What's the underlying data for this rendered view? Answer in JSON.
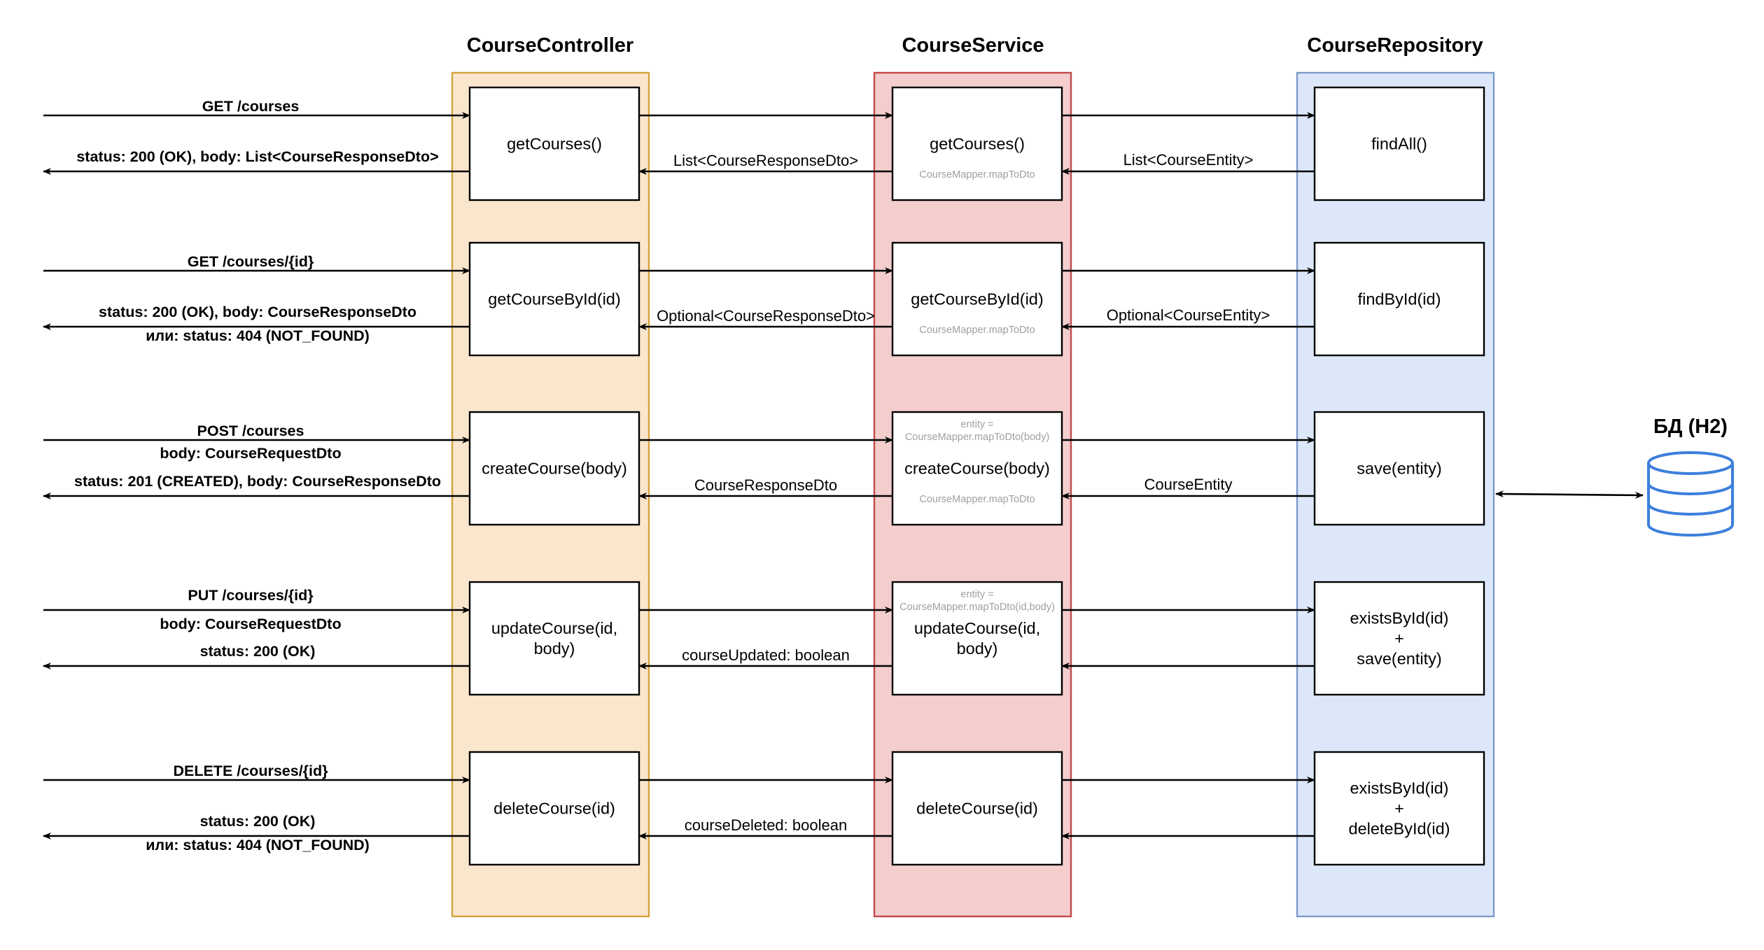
{
  "lanes": {
    "controller": {
      "title": "CourseController",
      "fill": "#fae6cd",
      "stroke": "#d5a23c"
    },
    "service": {
      "title": "CourseService",
      "fill": "#f4cdcd",
      "stroke": "#c14a4a"
    },
    "repository": {
      "title": "CourseRepository",
      "fill": "#dce8f9",
      "stroke": "#7d9bc9"
    }
  },
  "database": {
    "label": "БД (H2)",
    "icon": "database-icon",
    "color": "#3d7fdc"
  },
  "rows": [
    {
      "request": [
        "GET /courses"
      ],
      "response": [
        "status: 200 (OK), body: List<CourseResponseDto>"
      ],
      "controller": [
        "getCourses()"
      ],
      "service": [
        "getCourses()"
      ],
      "service_pre": [],
      "service_post": "CourseMapper.mapToDto",
      "repository": [
        "findAll()"
      ],
      "service_return": "List<CourseResponseDto>",
      "repository_return": "List<CourseEntity>"
    },
    {
      "request": [
        "GET /courses/{id}"
      ],
      "response": [
        "status: 200 (OK), body: CourseResponseDto",
        "или: status: 404 (NOT_FOUND)"
      ],
      "controller": [
        "getCourseById(id)"
      ],
      "service": [
        "getCourseById(id)"
      ],
      "service_pre": [],
      "service_post": "CourseMapper.mapToDto",
      "repository": [
        "findById(id)"
      ],
      "service_return": "Optional<CourseResponseDto>",
      "repository_return": "Optional<CourseEntity>"
    },
    {
      "request": [
        "POST /courses",
        "body: CourseRequestDto"
      ],
      "response": [
        "status: 201 (CREATED), body: CourseResponseDto"
      ],
      "controller": [
        "createCourse(body)"
      ],
      "service": [
        "createCourse(body)"
      ],
      "service_pre": [
        "entity =",
        "CourseMapper.mapToDto(body)"
      ],
      "service_post": "CourseMapper.mapToDto",
      "repository": [
        "save(entity)"
      ],
      "service_return": "CourseResponseDto",
      "repository_return": "CourseEntity"
    },
    {
      "request": [
        "PUT /courses/{id}",
        "body: CourseRequestDto"
      ],
      "response": [
        "status: 200 (OK)"
      ],
      "controller": [
        "updateCourse(id,",
        "body)"
      ],
      "service": [
        "updateCourse(id,",
        "body)"
      ],
      "service_pre": [
        "entity =",
        "CourseMapper.mapToDto(id,body)"
      ],
      "service_post": "",
      "repository": [
        "existsById(id)",
        "+",
        "save(entity)"
      ],
      "service_return": "courseUpdated: boolean",
      "repository_return": ""
    },
    {
      "request": [
        "DELETE /courses/{id}"
      ],
      "response": [
        "status: 200 (OK)",
        "или: status: 404 (NOT_FOUND)"
      ],
      "controller": [
        "deleteCourse(id)"
      ],
      "service": [
        "deleteCourse(id)"
      ],
      "service_pre": [],
      "service_post": "",
      "repository": [
        "existsById(id)",
        "+",
        "deleteById(id)"
      ],
      "service_return": "courseDeleted: boolean",
      "repository_return": ""
    }
  ]
}
